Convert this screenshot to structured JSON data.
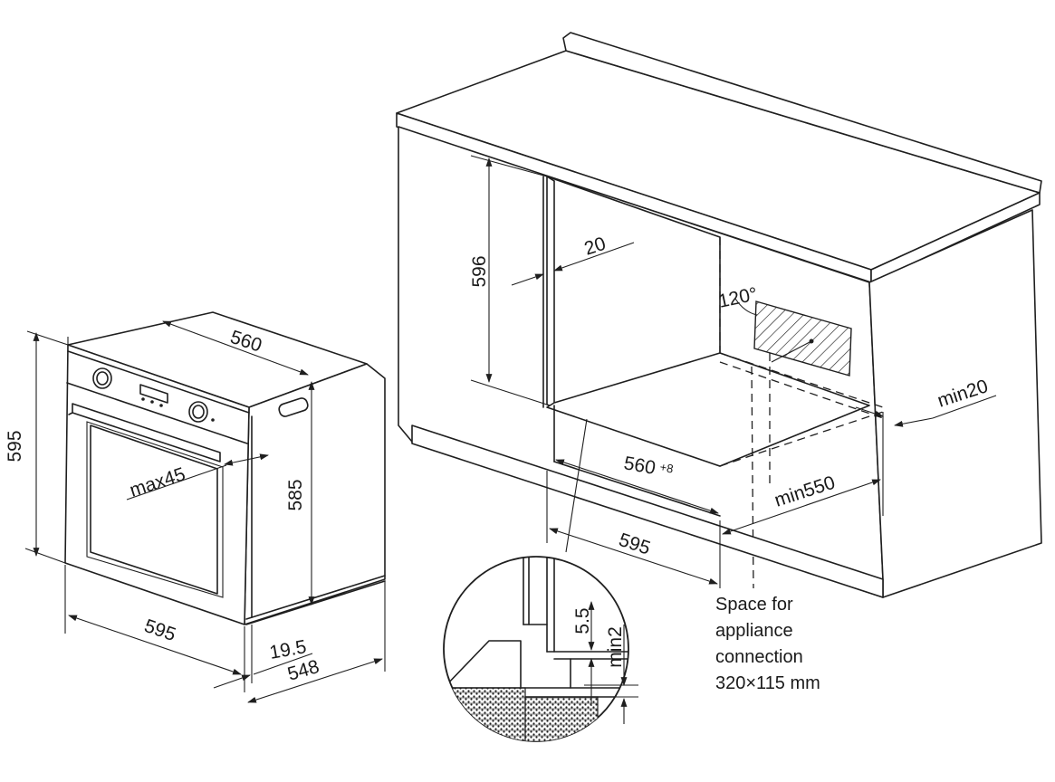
{
  "dimensions": {
    "oven_width_top": "560",
    "oven_height_total": "595",
    "oven_body_height": "585",
    "handle_protrusion": "max45",
    "oven_front_width": "595",
    "front_panel_depth": "19.5",
    "oven_depth": "548",
    "niche_height": "596",
    "back_panel_gap": "20",
    "vent_angle": "120°",
    "niche_width": "560",
    "niche_width_tolerance": "+8",
    "cabinet_width": "595",
    "niche_depth_min": "min550",
    "back_clearance_min": "min20",
    "detail_height": "5.5",
    "detail_gap_min": "min2"
  },
  "note": {
    "line1": "Space for",
    "line2": "appliance",
    "line3": "connection",
    "line4": "320×115 mm"
  },
  "colors": {
    "line": "#1f1f1f",
    "background": "#ffffff"
  }
}
